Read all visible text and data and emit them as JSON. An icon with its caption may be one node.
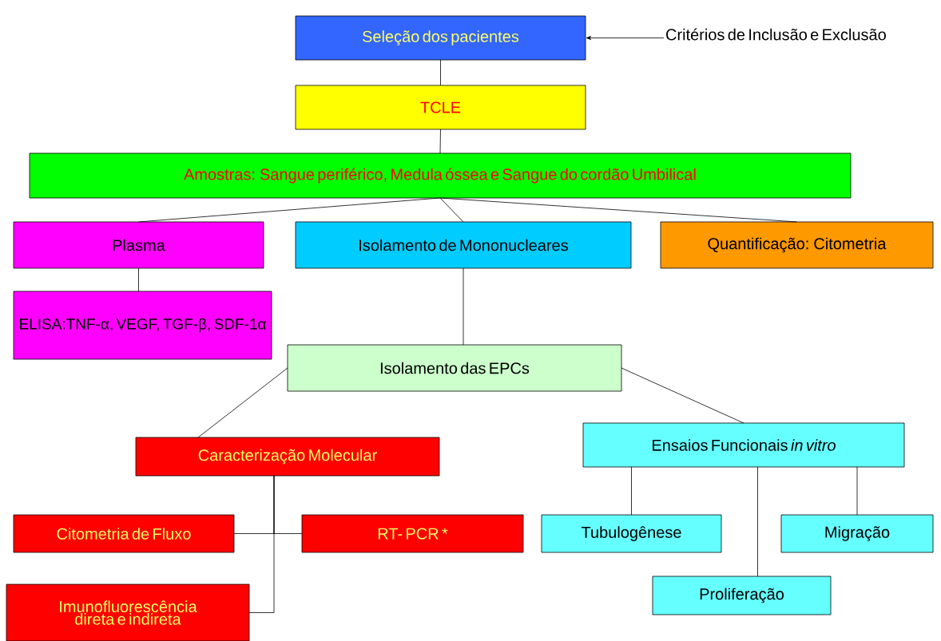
{
  "diagram": {
    "nodes": [
      {
        "text": [
          "Seleção dos pacientes"
        ]
      },
      {
        "text": [
          "Critérios de Inclusão e Exclusão"
        ]
      },
      {
        "text": [
          "TCLE"
        ]
      },
      {
        "text": [
          "Amostras: Sangue periférico, Medula óssea e Sangue do cordão Umbilical"
        ]
      },
      {
        "text": [
          "Plasma"
        ]
      },
      {
        "text": [
          "Isolamento de Mononucleares"
        ]
      },
      {
        "text": [
          "Quantificação: Citometria"
        ]
      },
      {
        "text": [
          "ELISA:TNF-α, VEGF, TGF-β, SDF-1α"
        ]
      },
      {
        "text": [
          "Isolamento das EPCs"
        ]
      },
      {
        "text": [
          "Caracterização Molecular"
        ]
      },
      {
        "text": [
          "Ensaios Funcionais *in vitro*"
        ]
      },
      {
        "text": [
          "Citometria de Fluxo"
        ]
      },
      {
        "text": [
          "RT- PCR *"
        ]
      },
      {
        "text": [
          "Imunofluorescência direta e indireta"
        ]
      },
      {
        "text": [
          "Tubulogênese"
        ]
      },
      {
        "text": [
          "Migração"
        ]
      },
      {
        "text": [
          "Proliferação"
        ]
      }
    ],
    "edges": [
      {
        "from": 1,
        "to": 0,
        "arrow": "to"
      },
      {
        "from": 0,
        "to": 2,
        "arrow": "none"
      },
      {
        "from": 2,
        "to": 3,
        "arrow": "none"
      },
      {
        "from": 3,
        "to": 4,
        "arrow": "none"
      },
      {
        "from": 3,
        "to": 5,
        "arrow": "none"
      },
      {
        "from": 3,
        "to": 6,
        "arrow": "none"
      },
      {
        "from": 4,
        "to": 7,
        "arrow": "none"
      },
      {
        "from": 5,
        "to": 8,
        "arrow": "none"
      },
      {
        "from": 8,
        "to": 9,
        "arrow": "none"
      },
      {
        "from": 8,
        "to": 10,
        "arrow": "none"
      },
      {
        "from": 9,
        "to": 11,
        "arrow": "none"
      },
      {
        "from": 9,
        "to": 12,
        "arrow": "none"
      },
      {
        "from": 9,
        "to": 13,
        "arrow": "none"
      },
      {
        "from": 10,
        "to": 14,
        "arrow": "none"
      },
      {
        "from": 10,
        "to": 16,
        "arrow": "none"
      },
      {
        "from": 10,
        "to": 15,
        "arrow": "none"
      }
    ]
  }
}
